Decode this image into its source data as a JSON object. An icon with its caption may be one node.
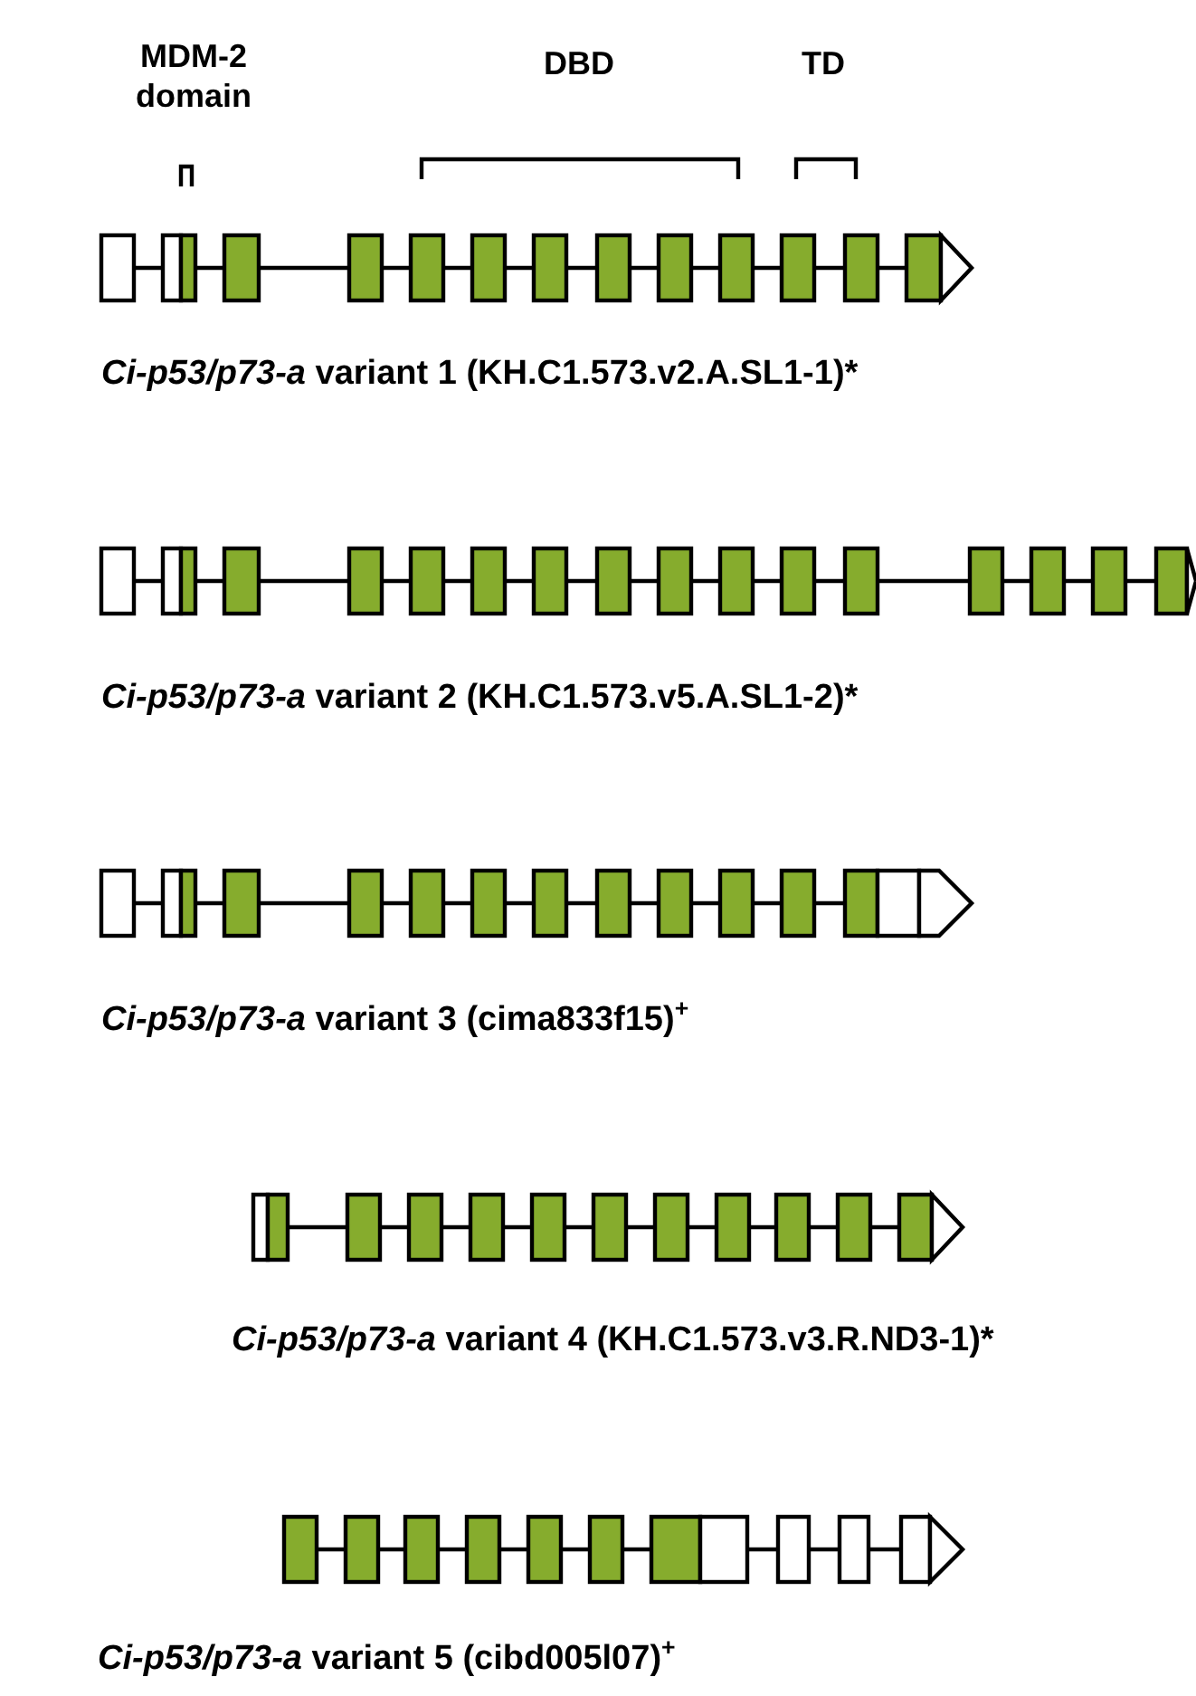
{
  "diagram": {
    "labels": [
      "MDM-2 domain",
      "DBD",
      "TD",
      "*Ci-p53/p73-a* variant 1 (KH.C1.573.v2.A.SL1-1)*",
      "*Ci-p53/p73-a* variant 2 (KH.C1.573.v5.A.SL1-2)*",
      "*Ci-p53/p73-a* variant 3 (cima833f15)$^{+}$",
      "*Ci-p53/p73-a* variant 4 (KH.C1.573.v3.R.ND3-1)*",
      "*Ci-p53/p73-a* variant 5 (cibd005l07)$^{+}$"
    ]
  }
}
